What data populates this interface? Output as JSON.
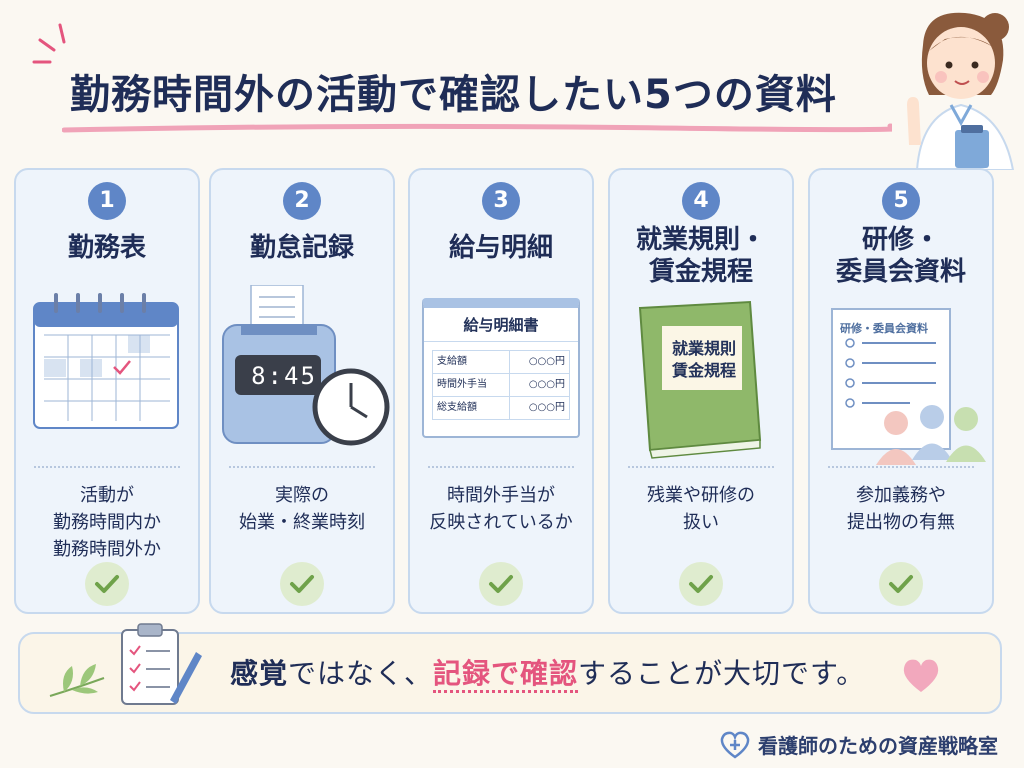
{
  "title": "勤務時間外の活動で確認したい5つの資料",
  "cards": [
    {
      "number": "1",
      "title": "勤務表",
      "description": "活動が\n勤務時間内か\n勤務時間外か"
    },
    {
      "number": "2",
      "title": "勤怠記録",
      "description": "実際の\n始業・終業時刻",
      "clock_display": "8:45"
    },
    {
      "number": "3",
      "title": "給与明細",
      "description": "時間外手当が\n反映されているか",
      "payslip": {
        "heading": "給与明細書",
        "rows": [
          {
            "label": "支給額",
            "value": "○○○円"
          },
          {
            "label": "時間外手当",
            "value": "○○○円"
          },
          {
            "label": "総支給額",
            "value": "○○○円"
          }
        ]
      }
    },
    {
      "number": "4",
      "title": "就業規則・\n賃金規程",
      "description": "残業や研修の\n扱い",
      "book_label": "就業規則\n賃金規程"
    },
    {
      "number": "5",
      "title": "研修・\n委員会資料",
      "description": "参加義務や\n提出物の有無",
      "doc_label": "研修・委員会資料"
    }
  ],
  "banner": {
    "part1": "感覚",
    "part2": "ではなく、",
    "part3": "記録で確認",
    "part4": "することが大切です。"
  },
  "footer": {
    "brand": "看護師のための資産戦略室"
  },
  "colors": {
    "accent": "#5f86c7",
    "pink": "#e4557e",
    "green": "#6fa24a"
  }
}
